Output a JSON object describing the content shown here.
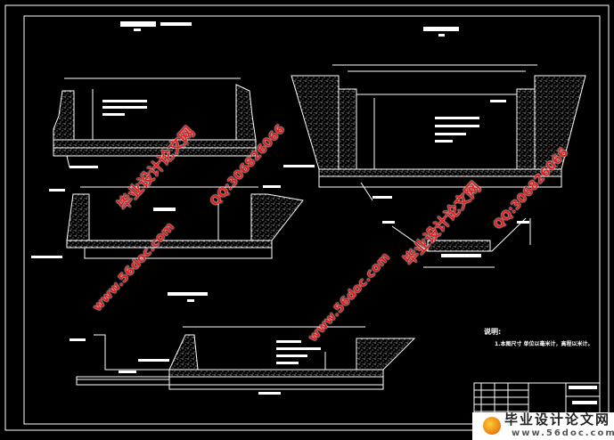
{
  "drawing": {
    "notes_heading": "说明:",
    "notes_text": "1.本图尺寸 单位以毫米计，高程以米计。"
  },
  "watermarks": {
    "site_cn": "毕业设计论文网",
    "site_url": "www.56doc.com",
    "qq": "QQ:306826066"
  },
  "logo": {
    "title": "毕业设计论文网",
    "url": "www.56doc.com"
  },
  "colors": {
    "background": "#000000",
    "lines": "#ffffff",
    "watermark": "#e02020"
  }
}
